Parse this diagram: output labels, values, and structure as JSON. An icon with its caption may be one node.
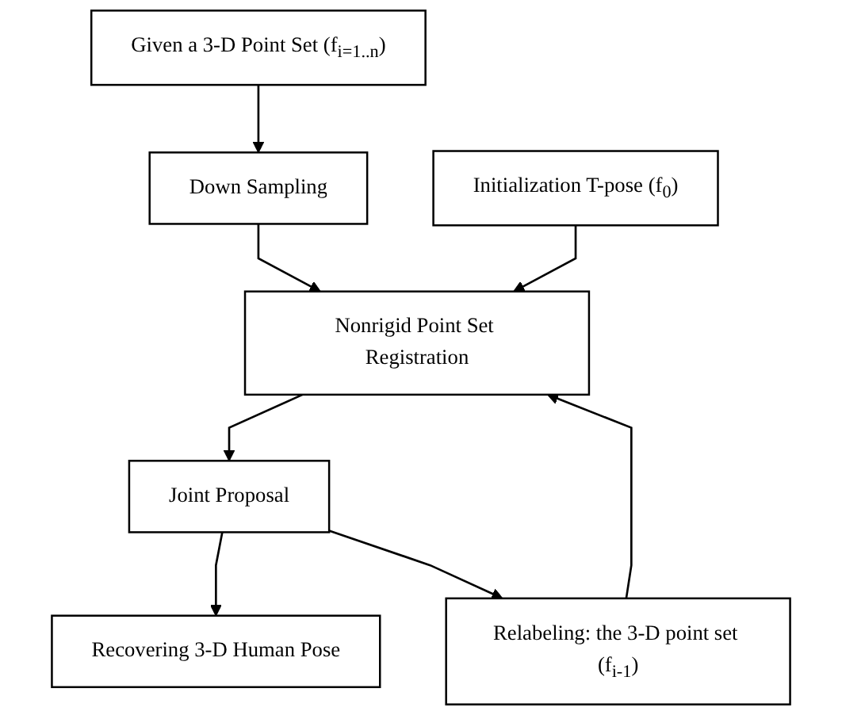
{
  "diagram": {
    "nodes": [
      {
        "text": [
          "Given a 3-D Point Set (f$_{i=1..n}$)"
        ]
      },
      {
        "text": [
          "Initialization T-pose (f$_{0}$)"
        ]
      },
      {
        "text": [
          "Down Sampling"
        ]
      },
      {
        "text": [
          "Nonrigid Point Set Registration"
        ]
      },
      {
        "text": [
          "Relabeling: the 3-D point set (f$_{i-1}$)"
        ]
      },
      {
        "text": [
          "Joint Proposal"
        ]
      },
      {
        "text": [
          "Recovering 3-D Human Pose"
        ]
      }
    ],
    "edges": [
      {
        "from": 0,
        "to": 2,
        "arrow": "to"
      },
      {
        "from": 2,
        "to": 3,
        "arrow": "to"
      },
      {
        "from": 1,
        "to": 3,
        "arrow": "to"
      },
      {
        "from": 4,
        "to": 3,
        "arrow": "to"
      },
      {
        "from": 3,
        "to": 5,
        "arrow": "to"
      },
      {
        "from": 5,
        "to": 6,
        "arrow": "to"
      },
      {
        "from": 5,
        "to": 4,
        "arrow": "to"
      }
    ]
  }
}
